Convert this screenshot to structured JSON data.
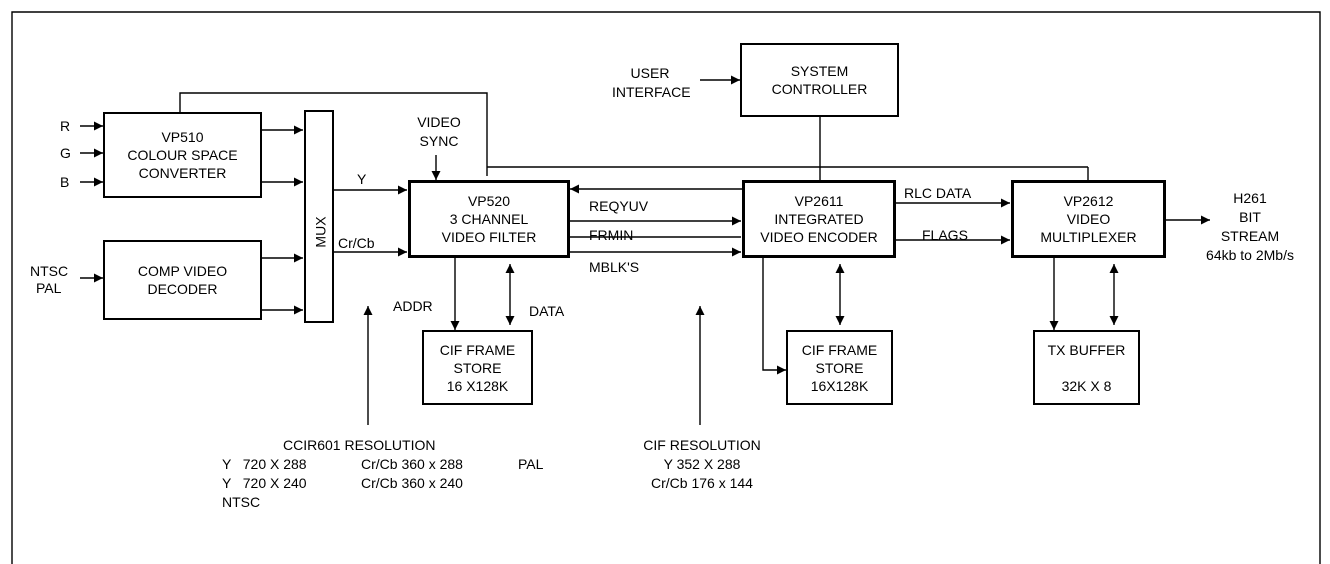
{
  "blocks": {
    "vp510": [
      "VP510",
      "COLOUR SPACE",
      "CONVERTER"
    ],
    "comp_decoder": [
      "COMP VIDEO",
      "DECODER"
    ],
    "mux": "MUX",
    "vp520": [
      "VP520",
      "3 CHANNEL",
      "VIDEO FILTER"
    ],
    "system_controller": [
      "SYSTEM",
      "CONTROLLER"
    ],
    "vp2611": [
      "VP2611",
      "INTEGRATED",
      "VIDEO ENCODER"
    ],
    "vp2612": [
      "VP2612",
      "VIDEO",
      "MULTIPLEXER"
    ],
    "cif_store_1": [
      "CIF FRAME",
      "STORE",
      "16 X128K"
    ],
    "cif_store_2": [
      "CIF FRAME",
      "STORE",
      "16X128K"
    ],
    "tx_buffer": [
      "TX BUFFER",
      "",
      "32K X 8"
    ]
  },
  "inputs": {
    "r": "R",
    "g": "G",
    "b": "B",
    "ntsc_pal": [
      "NTSC",
      "PAL"
    ],
    "user_interface": [
      "USER",
      "INTERFACE"
    ],
    "video_sync": [
      "VIDEO",
      "SYNC"
    ]
  },
  "signals": {
    "y": "Y",
    "crcb": "Cr/Cb",
    "reqyuv": "REQYUV",
    "frmin": "FRMIN",
    "mblks": "MBLK'S",
    "rlc_data": "RLC DATA",
    "flags": "FLAGS",
    "addr": "ADDR",
    "data": "DATA"
  },
  "output": {
    "label": [
      "H261",
      "BIT",
      "STREAM"
    ],
    "rate": "64kb to 2Mb/s"
  },
  "notes": {
    "ccir": {
      "title": "CCIR601 RESOLUTION",
      "row1_y": "Y   720 X 288",
      "row1_c": "Cr/Cb 360 x 288",
      "row1_std": "PAL",
      "row2_y": "Y   720 X 240",
      "row2_c": "Cr/Cb 360 x 240",
      "row3_std": "NTSC"
    },
    "cif": {
      "title": "CIF RESOLUTION",
      "y": "Y 352 X 288",
      "c": "Cr/Cb 176 x 144"
    }
  }
}
